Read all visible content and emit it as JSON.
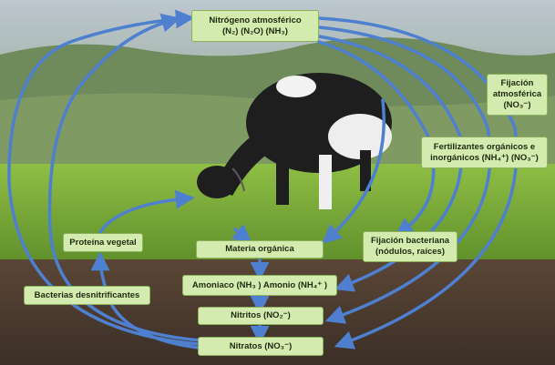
{
  "nodes": {
    "nitrogeno": {
      "line1": "Nitrógeno atmosférico",
      "line2": "(N₂) (N₂O) (NH₃)"
    },
    "fijacion_atm": {
      "line1": "Fijación",
      "line2": "atmosférica",
      "line3": "(NO₃⁻)"
    },
    "fertilizantes": {
      "line1": "Fertilizantes orgánicos e",
      "line2": "inorgánicos (NH₄⁺) (NO₃⁻)"
    },
    "fijacion_bact": {
      "line1": "Fijación bacteriana",
      "line2": "(nódulos, raíces)"
    },
    "proteina": {
      "line1": "Proteína vegetal"
    },
    "materia": {
      "line1": "Materia orgánica"
    },
    "amoniaco": {
      "line1": "Amoniaco (NH₃ ) Amonio (NH₄⁺ )"
    },
    "nitritos": {
      "line1": "Nitritos (NO₂⁻)"
    },
    "bacterias": {
      "line1": "Bacterias desnitrificantes"
    },
    "nitratos": {
      "line1": "Nitratos (NO₃⁻)"
    }
  },
  "colors": {
    "arrow": "#4f7fcf",
    "box_fill": "#d4ebb0",
    "box_border": "#8cb35c",
    "sky": "#c9d3da",
    "hills": "#6f8a5b",
    "grass": "#7eae3a",
    "soil": "#4a3b30"
  }
}
